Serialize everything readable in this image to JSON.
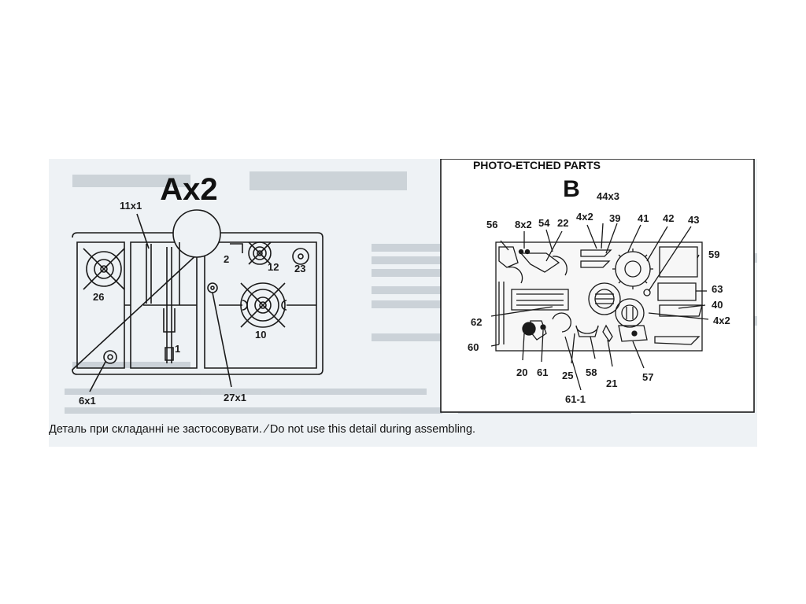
{
  "sprue_a": {
    "title": "Ax2",
    "labels": {
      "p11": "11x1",
      "p2": "2",
      "p12": "12",
      "p23": "23",
      "p26": "26",
      "p10": "10",
      "p1": "1",
      "p6": "6x1",
      "p27": "27x1"
    }
  },
  "photo_etched": {
    "header": "PHOTO-ETCHED PARTS",
    "letter": "B",
    "labels": {
      "p56": "56",
      "p8": "8x2",
      "p54": "54",
      "p22": "22",
      "p4x2a": "4x2",
      "p44": "44x3",
      "p39": "39",
      "p41": "41",
      "p42": "42",
      "p43": "43",
      "p59": "59",
      "p63": "63",
      "p40": "40",
      "p4x2b": "4x2",
      "p62": "62",
      "p60": "60",
      "p20": "20",
      "p61": "61",
      "p25": "25",
      "p58": "58",
      "p21": "21",
      "p57": "57",
      "p61_1": "61-1"
    }
  },
  "note": {
    "ukrainian": "Деталь при складанні не застосовувати.",
    "english": "Do not use this detail during assembling."
  }
}
